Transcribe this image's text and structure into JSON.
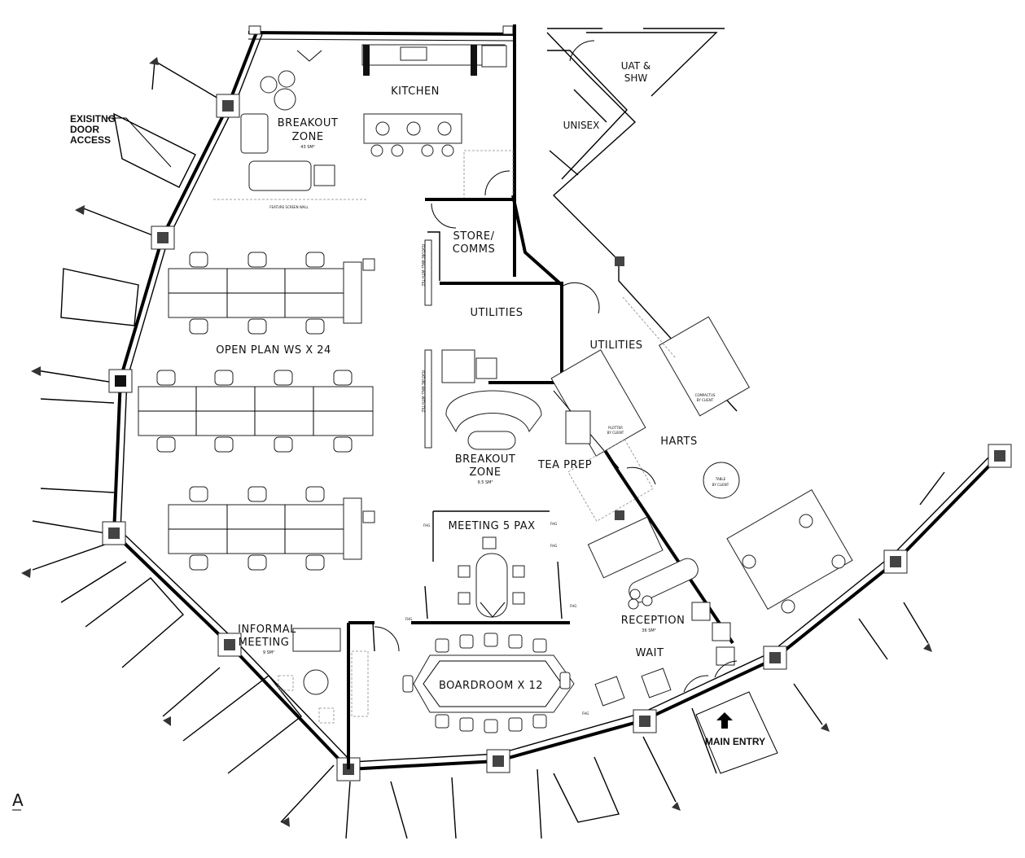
{
  "labels": {
    "kitchen": "KITCHEN",
    "breakout_zone_1": "BREAKOUT",
    "breakout_zone_1b": "ZONE",
    "breakout_zone_1_area": "43 SM²",
    "feature_screen_wall": "FEATURE SCREEN WALL",
    "existing_door_1": "EXISITNG",
    "existing_door_2": "DOOR",
    "existing_door_3": "ACCESS",
    "uat_1": "UAT &",
    "uat_2": "SHW",
    "unisex": "UNISEX",
    "store_1": "STORE/",
    "store_2": "COMMS",
    "utilities_1": "UTILITIES",
    "utilities_2": "UTILITIES",
    "open_plan": "OPEN PLAN WS X 24",
    "breakout_zone_2": "BREAKOUT",
    "breakout_zone_2b": "ZONE",
    "breakout_zone_2_area": "9.5 SM²",
    "tea_prep": "TEA PREP",
    "charts": "HARTS",
    "meeting": "MEETING 5 PAX",
    "boardroom": "BOARDROOM X 12",
    "informal_1": "INFORMAL",
    "informal_2": "MEETING",
    "informal_area": "9 SM²",
    "reception": "RECEPTION",
    "reception_area": "36 SM²",
    "wait": "WAIT",
    "main_entry": "MAIN ENTRY",
    "compactus_1": "COMPACTUS",
    "compactus_2": "BY CLIENT",
    "plotter_1": "PLOTTER",
    "plotter_2": "BY CLIENT",
    "table_1": "TABLE",
    "table_2": "BY CLIENT",
    "fhg": "FHG",
    "feature_wall_vertical": "FEATURE WALL WITH TILE",
    "section_marker": "A"
  }
}
